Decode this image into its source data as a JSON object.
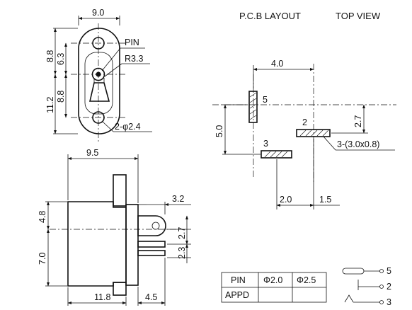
{
  "headers": {
    "pcb_layout": "P.C.B LAYOUT",
    "top_view": "TOP VIEW"
  },
  "front_view": {
    "dim_width": "9.0",
    "dim_8_8_top": "8.8",
    "dim_6_3": "6.3",
    "dim_11_2": "11.2",
    "dim_8_8_bottom": "8.8",
    "label_pin": "PIN",
    "label_radius": "R3.3",
    "label_holes": "2-φ2.4"
  },
  "side_view": {
    "dim_9_5": "9.5",
    "dim_4_8": "4.8",
    "dim_7_0": "7.0",
    "dim_3_2": "3.2",
    "dim_2_7": "2.7",
    "dim_2_3": "2.3",
    "dim_11_8": "11.8",
    "dim_4_5": "4.5"
  },
  "pcb": {
    "dim_4_0": "4.0",
    "dim_5_0": "5.0",
    "dim_2_7": "2.7",
    "dim_2_0": "2.0",
    "dim_1_5": "1.5",
    "pad_label_5": "5",
    "pad_label_2": "2",
    "pad_label_3": "3",
    "slot_note": "3-(3.0x0.8)"
  },
  "table": {
    "headers": [
      "PIN",
      "Φ2.0",
      "Φ2.5"
    ],
    "row_label": "APPD"
  },
  "schematic": {
    "pin_5": "5",
    "pin_2": "2",
    "pin_3": "3"
  }
}
